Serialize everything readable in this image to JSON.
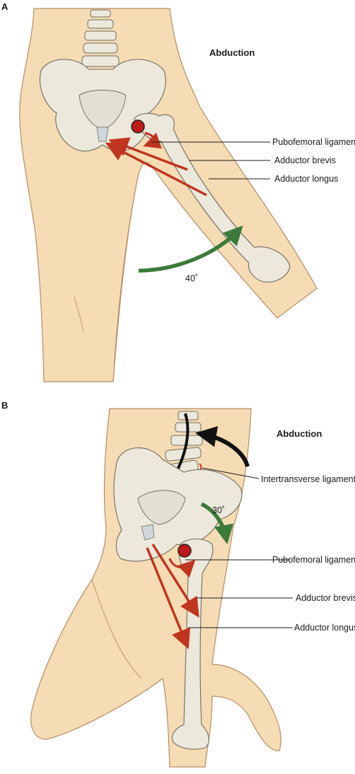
{
  "panel_a": {
    "letter": "A",
    "title": "Abduction",
    "angle": "40˚",
    "labels": {
      "pubofemoral": "Pubofemoral ligament",
      "brevis": "Adductor brevis",
      "longus": "Adductor longus"
    }
  },
  "panel_b": {
    "letter": "B",
    "title": "Abduction",
    "angle": "30˚",
    "labels": {
      "intertransverse": "Intertransverse ligament",
      "pubofemoral": "Pubofemoral ligament",
      "brevis": "Adductor brevis",
      "longus": "Adductor longus"
    }
  },
  "colors": {
    "skin": "#f6dcb4",
    "skin_outline": "#b48c64",
    "bone": "#ece8dc",
    "bone_outline": "#6e6a60",
    "muscle_arrow": "#c0351f",
    "motion_arrow_green": "#3d7a3a",
    "motion_arrow_black": "#111111",
    "joint_dot": "#c0191b"
  }
}
